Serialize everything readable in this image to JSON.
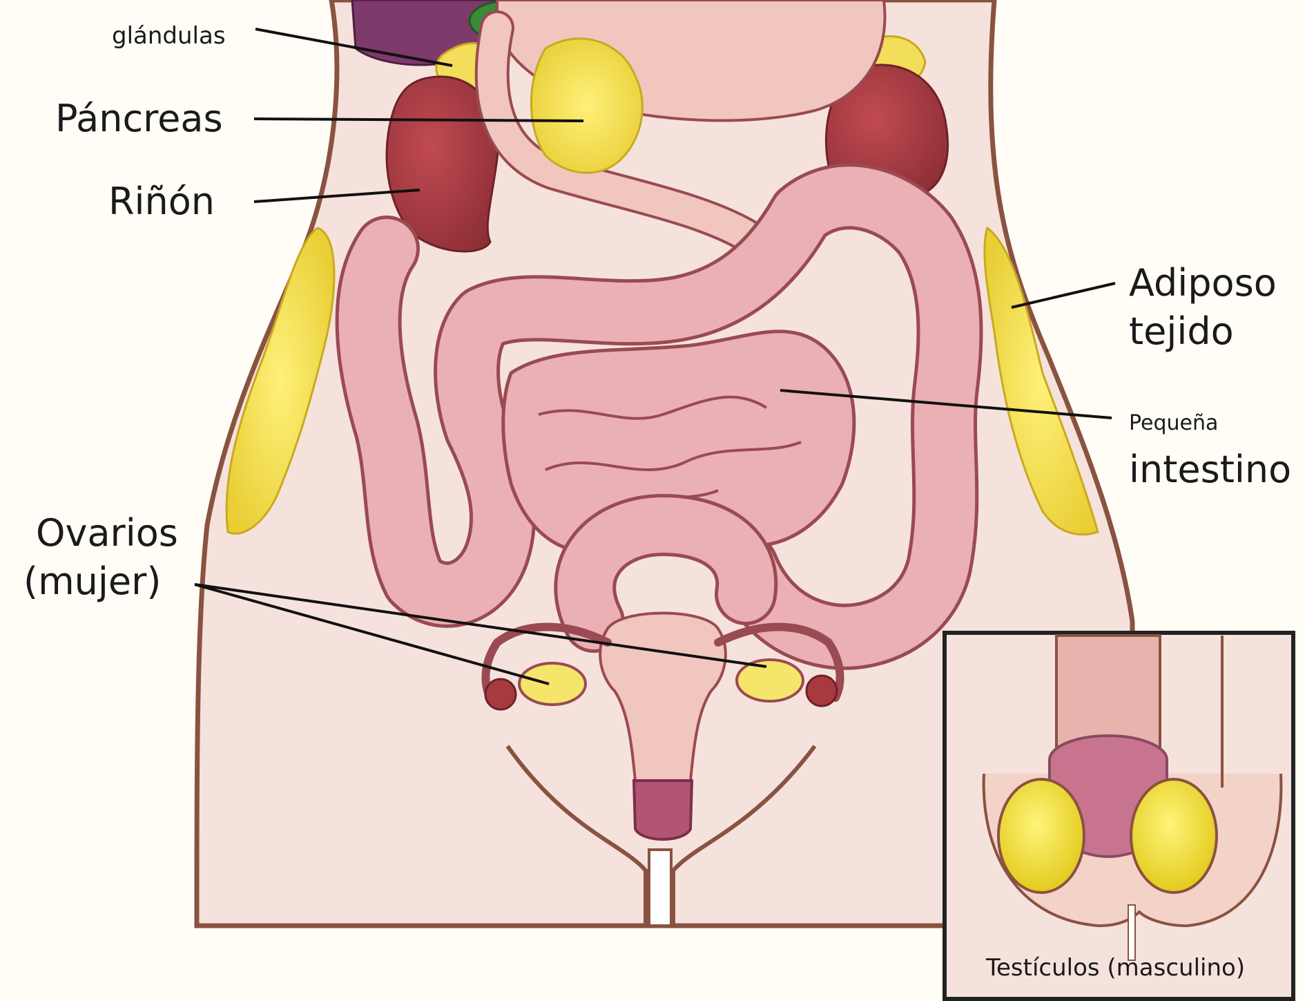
{
  "labels": {
    "glands": "glándulas",
    "pancreas": "Páncreas",
    "kidney": "Riñón",
    "adipose_1": "Adiposo",
    "adipose_2": "tejido",
    "intestine_1": "Pequeña",
    "intestine_2": "intestino",
    "ovaries_1": "Ovarios",
    "ovaries_2": "(mujer)",
    "testes": "Testículos (masculino)"
  },
  "colors": {
    "background": "#fffdf6",
    "skin": "#f6e2dc",
    "skin_outline": "#8a5240",
    "intestine": "#eab0b5",
    "intestine_outline": "#9a4a52",
    "kidney": "#a8393f",
    "fat": "#f2de5a",
    "spleen": "#7d3a6b",
    "liver_green": "#3a8a3a",
    "uterus": "#f0c6bf",
    "ovary": "#f5e56a",
    "cervix": "#b25572"
  }
}
